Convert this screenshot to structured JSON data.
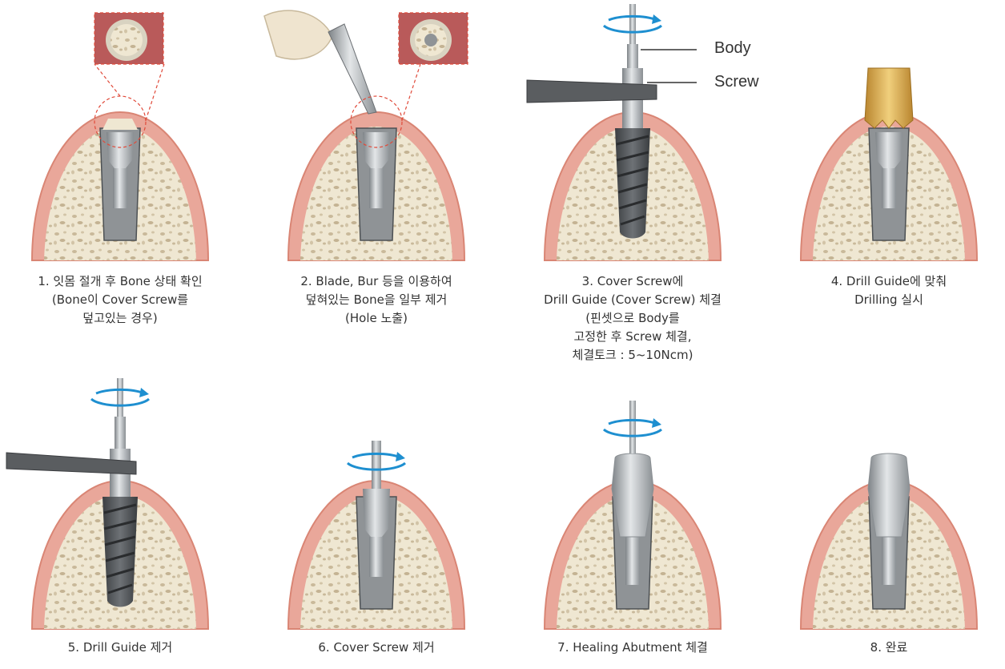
{
  "steps": [
    {
      "lines": [
        "1. 잇몸 절개 후 Bone 상태 확인",
        "(Bone이 Cover Screw를",
        "덮고있는 경우)"
      ]
    },
    {
      "lines": [
        "2. Blade, Bur 등을 이용하여",
        "덮혀있는 Bone을 일부 제거",
        "(Hole 노출)"
      ]
    },
    {
      "lines": [
        "3. Cover Screw에",
        "Drill Guide (Cover Screw) 체결",
        "(핀셋으로 Body를",
        "고정한 후 Screw 체결,",
        "체결토크 : 5~10Ncm)"
      ]
    },
    {
      "lines": [
        "4. Drill Guide에 맞춰",
        "Drilling 실시"
      ]
    },
    {
      "lines": [
        "5. Drill Guide 제거"
      ]
    },
    {
      "lines": [
        "6. Cover Screw 제거"
      ]
    },
    {
      "lines": [
        "7. Healing Abutment 체결"
      ]
    },
    {
      "lines": [
        "8. 완료"
      ]
    }
  ],
  "callouts": {
    "body": "Body",
    "screw": "Screw"
  },
  "colors": {
    "gum": "#e9a79a",
    "gum_edge": "#d98574",
    "bone": "#efe7d2",
    "bone_spots": "#cdbfa2",
    "implant": "#8f9396",
    "implant_dark": "#4d5154",
    "rotation_arrow": "#1e8fd0",
    "drill_gold": "#d8a94c",
    "zoom_border": "#e04a3a"
  },
  "icons": [
    "rotation-arrow-icon",
    "callout-line"
  ]
}
